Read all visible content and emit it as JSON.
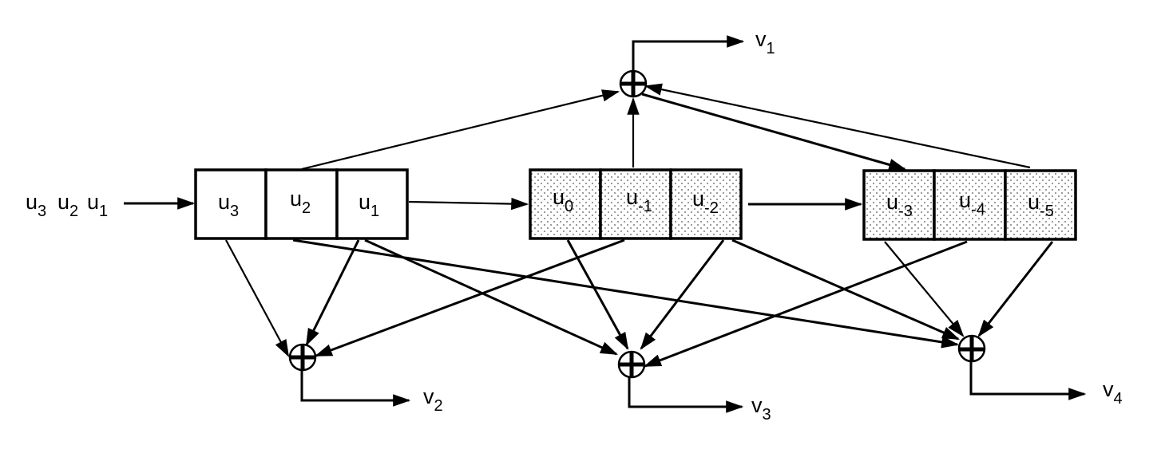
{
  "diagram": {
    "type": "convolutional-encoder",
    "input_label": {
      "base": "u",
      "sequence": [
        "3",
        "2",
        "1"
      ]
    },
    "registers": [
      {
        "id": "block-1",
        "shaded": false,
        "cells": [
          {
            "base": "u",
            "sub": "3"
          },
          {
            "base": "u",
            "sub": "2"
          },
          {
            "base": "u",
            "sub": "1"
          }
        ]
      },
      {
        "id": "block-2",
        "shaded": true,
        "cells": [
          {
            "base": "u",
            "sub": "0"
          },
          {
            "base": "u",
            "sub": "-1"
          },
          {
            "base": "u",
            "sub": "-2"
          }
        ]
      },
      {
        "id": "block-3",
        "shaded": true,
        "cells": [
          {
            "base": "u",
            "sub": "-3"
          },
          {
            "base": "u",
            "sub": "-4"
          },
          {
            "base": "u",
            "sub": "-5"
          }
        ]
      }
    ],
    "adders": [
      {
        "id": "adder-v1",
        "symbol": "⊕",
        "output": {
          "base": "v",
          "sub": "1"
        },
        "inputs": [
          "u2",
          "u-1",
          "u-5"
        ],
        "also_feeds": [
          "u-3"
        ]
      },
      {
        "id": "adder-v2",
        "symbol": "⊕",
        "output": {
          "base": "v",
          "sub": "2"
        },
        "inputs": [
          "u3",
          "u1",
          "u-1"
        ]
      },
      {
        "id": "adder-v3",
        "symbol": "⊕",
        "output": {
          "base": "v",
          "sub": "3"
        },
        "inputs": [
          "u1",
          "u0",
          "u-2",
          "u-4"
        ]
      },
      {
        "id": "adder-v4",
        "symbol": "⊕",
        "output": {
          "base": "v",
          "sub": "4"
        },
        "inputs": [
          "u2",
          "u-2",
          "u-3",
          "u-5"
        ]
      }
    ],
    "colors": {
      "line": "#000000",
      "background": "#ffffff",
      "dot_fill": "#555555"
    }
  }
}
